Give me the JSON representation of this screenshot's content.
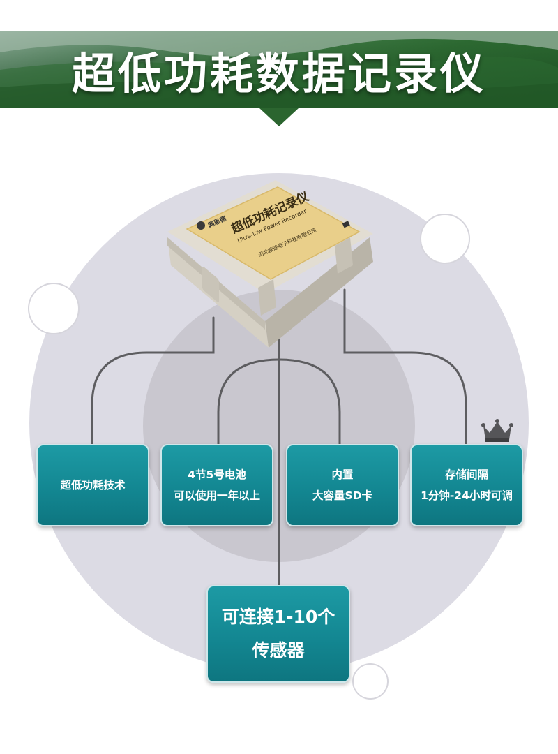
{
  "header": {
    "title": "超低功耗数据记录仪"
  },
  "device": {
    "brand": "网思德",
    "label_title": "超低功耗记录仪",
    "label_subtitle": "Ultra-low Power Recorder",
    "label_company": "河北欧速电子科技有限公司"
  },
  "features": [
    {
      "lines": [
        "超低功耗技术"
      ]
    },
    {
      "lines": [
        "4节5号电池",
        "可以使用一年以上"
      ]
    },
    {
      "lines": [
        "内置",
        "大容量SD卡"
      ]
    },
    {
      "lines": [
        "存储间隔",
        "1分钟-24小时可调"
      ]
    }
  ],
  "sensor_card": {
    "lines": [
      "可连接1-10个",
      "传感器"
    ]
  },
  "colors": {
    "banner_green": "#2e6c33",
    "card_teal": "#138792",
    "circle_grey": "#dcdbe4",
    "label_tan": "#e9cf8a"
  },
  "icons": [
    "crown-icon",
    "logo-icon"
  ]
}
